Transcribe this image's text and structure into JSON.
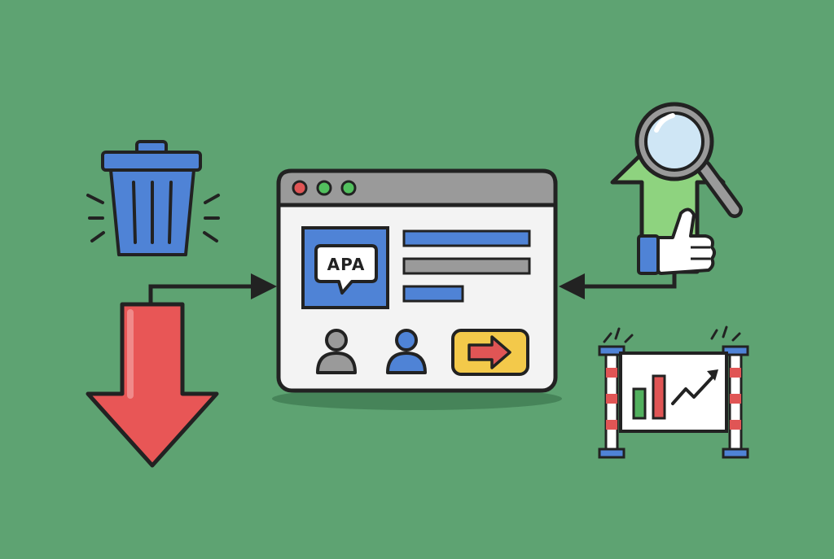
{
  "background_color": "#5ea372",
  "outline_color": "#222222",
  "window": {
    "frame_color": "#f3f3f3",
    "titlebar_color": "#9a9a9a",
    "dots": [
      {
        "name": "close-dot",
        "color": "#e05555"
      },
      {
        "name": "minimize-dot",
        "color": "#52c05e"
      },
      {
        "name": "maximize-dot",
        "color": "#52c05e"
      }
    ],
    "image_panel_color": "#4f83d6",
    "speech_bubble_text": "APA",
    "text_bars": [
      {
        "name": "text-bar-1",
        "color": "#4f83d6"
      },
      {
        "name": "text-bar-2",
        "color": "#9a9a9a"
      },
      {
        "name": "text-bar-3",
        "color": "#4f83d6"
      }
    ],
    "users": [
      {
        "name": "user-gray-icon",
        "color": "#9a9a9a"
      },
      {
        "name": "user-blue-icon",
        "color": "#4f83d6"
      }
    ],
    "arrow_button": {
      "color": "#f3c94a",
      "arrow_color": "#e05555"
    }
  },
  "icons": {
    "trash": {
      "name": "trash-can-icon",
      "color": "#4f83d6"
    },
    "down_arrow": {
      "name": "red-down-arrow-icon",
      "color": "#e85656"
    },
    "up_arrow": {
      "name": "green-up-arrow-icon",
      "color": "#8ed37f"
    },
    "magnifier": {
      "name": "magnifying-glass-icon",
      "lens_color": "#cfe6f5"
    },
    "thumbs_up": {
      "name": "thumbs-up-icon",
      "color": "#ffffff",
      "cuff_color": "#4f83d6"
    },
    "chart_board": {
      "name": "growth-chart-board-icon",
      "bar_colors": [
        "#52b05e",
        "#e05555"
      ]
    }
  }
}
